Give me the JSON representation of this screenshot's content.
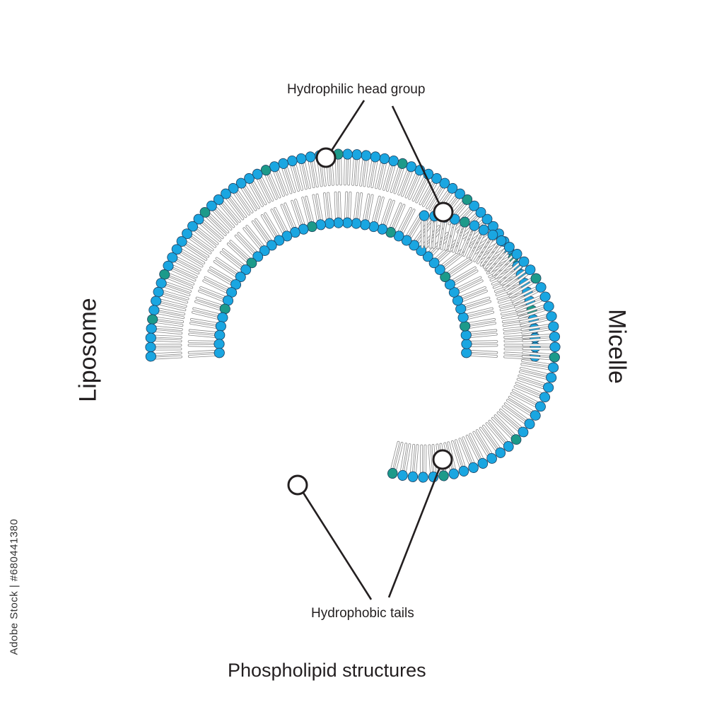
{
  "labels": {
    "head": "Hydrophilic head group",
    "tails": "Hydrophobic tails",
    "caption": "Phospholipid structures",
    "liposome": "Liposome",
    "micelle": "Micelle",
    "stock_id": "Adobe Stock | #680441380"
  },
  "colors": {
    "head_blue": "#1aa6e1",
    "head_teal": "#1c9a8a",
    "outline": "#1d3f5e",
    "tail_stroke": "#8a8a8a",
    "line": "#231f20"
  },
  "icons": [
    "phospholipid-icon",
    "callout-circle-icon"
  ]
}
